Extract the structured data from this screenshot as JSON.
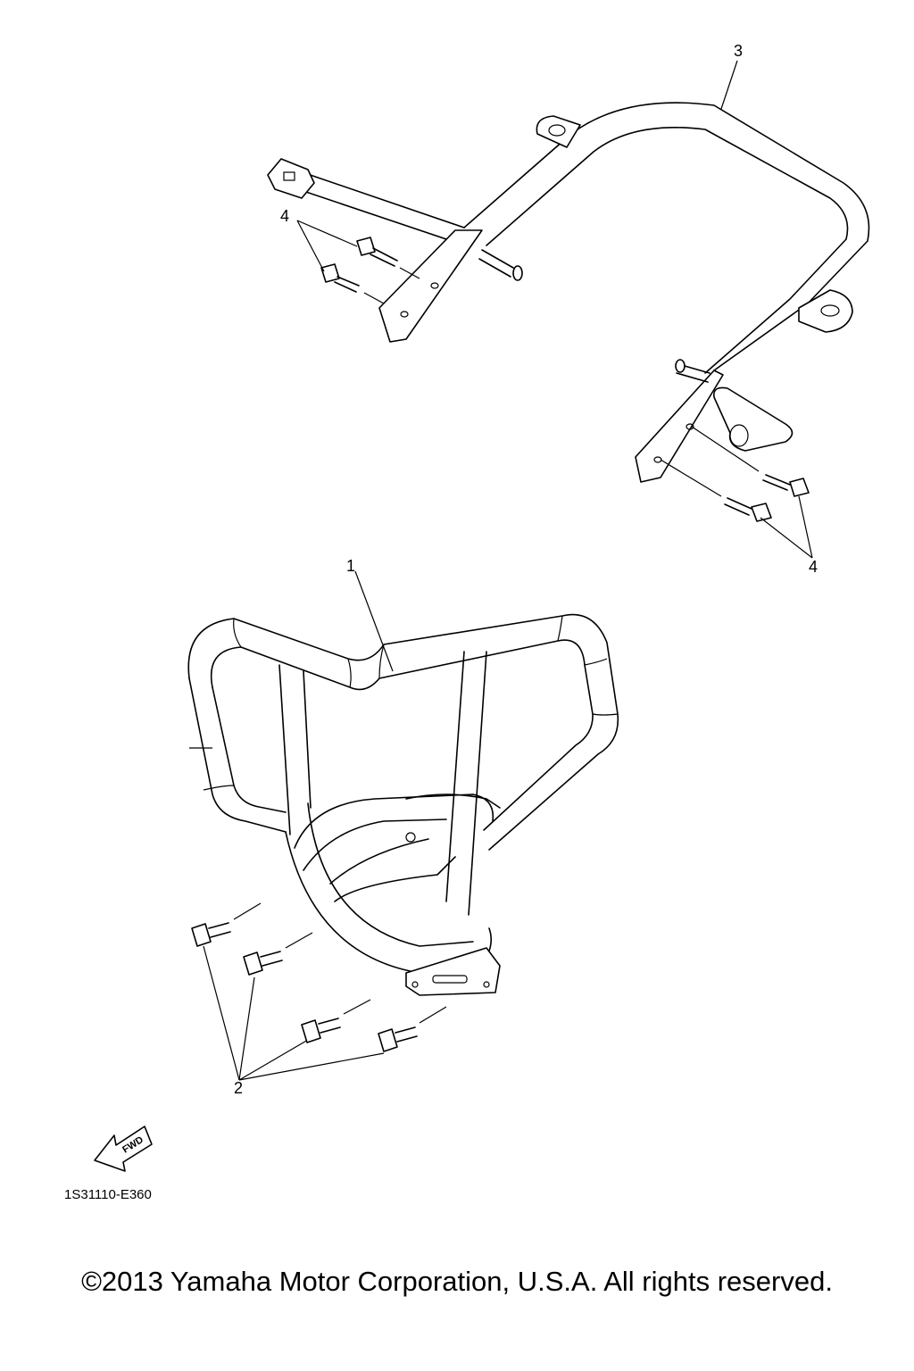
{
  "callouts": {
    "part_1": "1",
    "part_2": "2",
    "part_3": "3",
    "part_4_upper": "4",
    "part_4_lower": "4"
  },
  "fwd_label": "FWD",
  "diagram_code": "1S31110-E360",
  "copyright": "©2013 Yamaha Motor Corporation, U.S.A. All rights reserved."
}
